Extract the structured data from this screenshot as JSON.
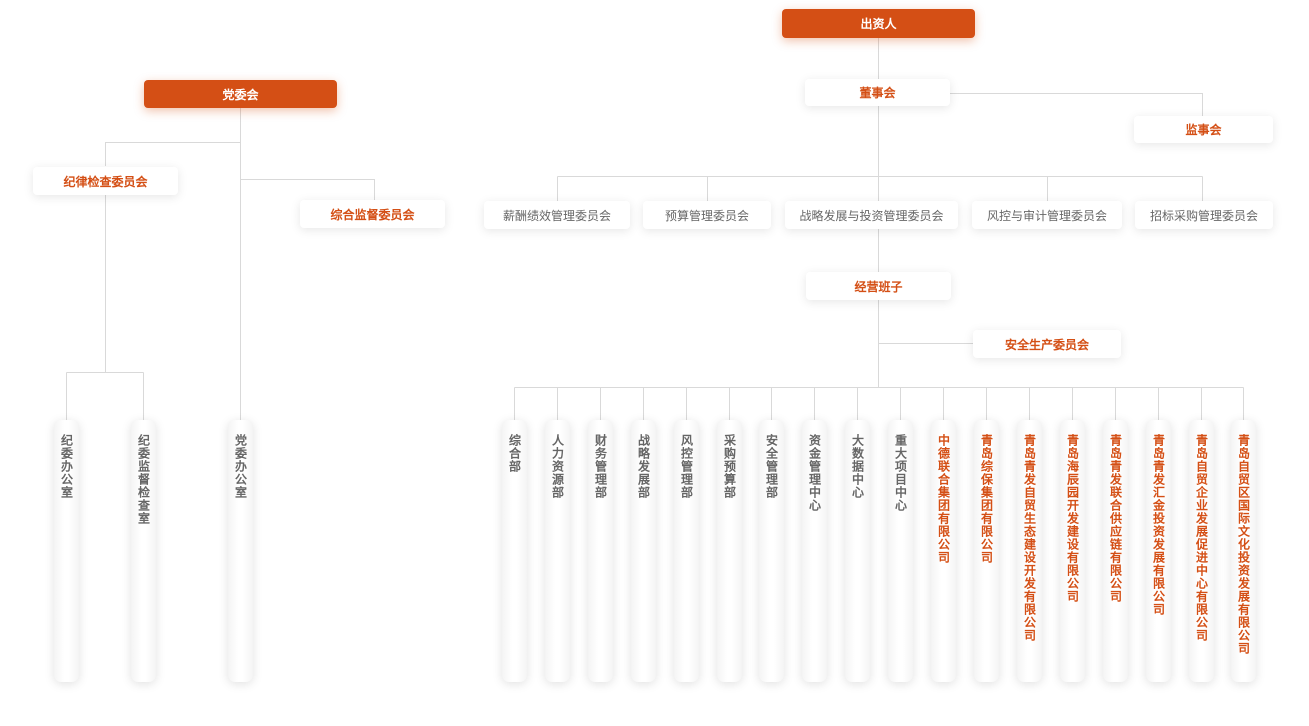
{
  "colors": {
    "accent": "#d44f15",
    "gray_text": "#666666",
    "line": "#d9d9d9"
  },
  "nodes": {
    "investor": "出资人",
    "party_committee": "党委会",
    "board": "董事会",
    "supervisors": "监事会",
    "discipline_committee": "纪律检查委员会",
    "comprehensive_supervision": "综合监督委员会",
    "management_team": "经营班子",
    "safety_committee": "安全生产委员会"
  },
  "board_committees": [
    "薪酬绩效管理委员会",
    "预算管理委员会",
    "战略发展与投资管理委员会",
    "风控与审计管理委员会",
    "招标采购管理委员会"
  ],
  "party_offices": [
    "纪委办公室",
    "纪委监督检查室",
    "党委办公室"
  ],
  "departments": [
    {
      "label": "综合部",
      "style": "gray"
    },
    {
      "label": "人力资源部",
      "style": "gray"
    },
    {
      "label": "财务管理部",
      "style": "gray"
    },
    {
      "label": "战略发展部",
      "style": "gray"
    },
    {
      "label": "风控管理部",
      "style": "gray"
    },
    {
      "label": "采购预算部",
      "style": "gray"
    },
    {
      "label": "安全管理部",
      "style": "gray"
    },
    {
      "label": "资金管理中心",
      "style": "gray"
    },
    {
      "label": "大数据中心",
      "style": "gray"
    },
    {
      "label": "重大项目中心",
      "style": "gray"
    },
    {
      "label": "中德联合集团有限公司",
      "style": "accent"
    },
    {
      "label": "青岛综保集团有限公司",
      "style": "accent"
    },
    {
      "label": "青岛青发自贸生态建设开发有限公司",
      "style": "accent"
    },
    {
      "label": "青岛海辰园开发建设有限公司",
      "style": "accent"
    },
    {
      "label": "青岛青发联合供应链有限公司",
      "style": "accent"
    },
    {
      "label": "青岛青发汇金投资发展有限公司",
      "style": "accent"
    },
    {
      "label": "青岛自贸企业发展促进中心有限公司",
      "style": "accent"
    },
    {
      "label": "青岛自贸区国际文化投资发展有限公司",
      "style": "accent"
    }
  ]
}
